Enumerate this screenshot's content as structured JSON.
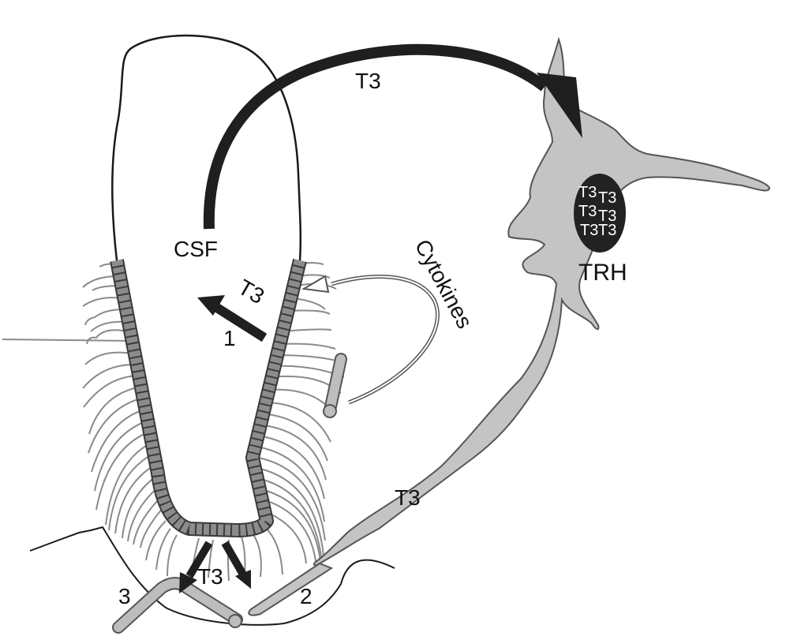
{
  "labels": {
    "t3_top": "T3",
    "csf": "CSF",
    "t3_tanycyte": "T3",
    "route_1": "1",
    "cytokines": "Cytokines",
    "trh": "TRH",
    "t3_axon": "T3",
    "t3_bottom": "T3",
    "route_2": "2",
    "route_3": "3"
  },
  "nucleus_labels": [
    "T3",
    "T3",
    "T3",
    "T3",
    "T3",
    "T3"
  ],
  "colors": {
    "outline": "#1a1a1a",
    "arrow": "#1f1f1f",
    "neuron_fill": "#c4c4c4",
    "neuron_stroke": "#555555",
    "nucleus": "#222222",
    "tanycyte_process": "#8a8a8a",
    "ependyma_fill": "#8c8c8c",
    "vessel_fill": "#bdbdbd"
  }
}
